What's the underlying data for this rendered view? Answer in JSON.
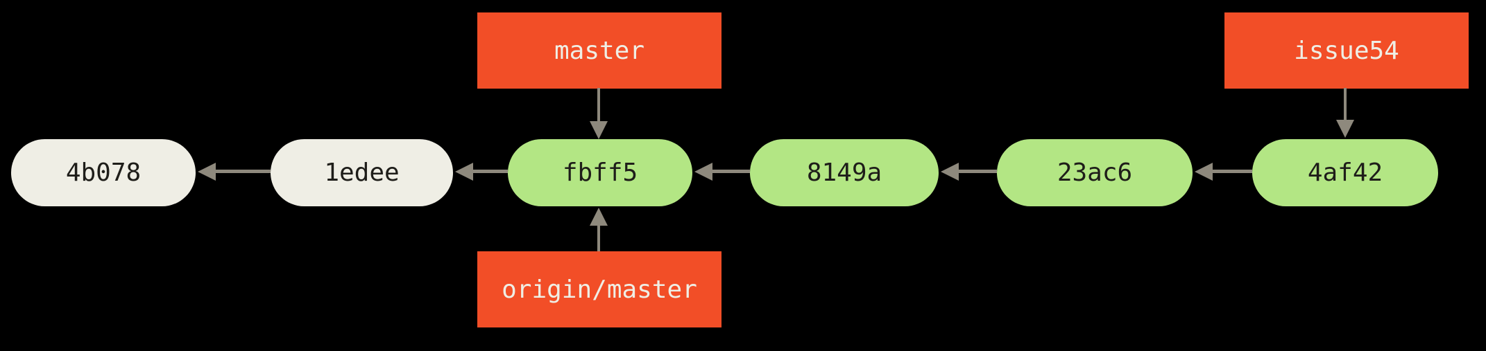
{
  "diagram_type": "git-commit-graph",
  "colors": {
    "background": "#000000",
    "branch_box": "#f24e27",
    "branch_text": "#efeee5",
    "commit_green": "#b3e684",
    "commit_gray": "#efeee5",
    "commit_text": "#1e1d19",
    "arrow": "#8e897d"
  },
  "commits": [
    {
      "label": "4b078",
      "state": "gray"
    },
    {
      "label": "1edee",
      "state": "gray"
    },
    {
      "label": "fbff5",
      "state": "green"
    },
    {
      "label": "8149a",
      "state": "green"
    },
    {
      "label": "23ac6",
      "state": "green"
    },
    {
      "label": "4af42",
      "state": "green"
    }
  ],
  "branch_labels": [
    {
      "text": "master",
      "points_to": "fbff5",
      "position": "above"
    },
    {
      "text": "origin/master",
      "points_to": "fbff5",
      "position": "below"
    },
    {
      "text": "issue54",
      "points_to": "4af42",
      "position": "above"
    }
  ],
  "edges": [
    {
      "from": "1edee",
      "to": "4b078"
    },
    {
      "from": "fbff5",
      "to": "1edee"
    },
    {
      "from": "8149a",
      "to": "fbff5"
    },
    {
      "from": "23ac6",
      "to": "8149a"
    },
    {
      "from": "4af42",
      "to": "23ac6"
    },
    {
      "from": "master",
      "to": "fbff5"
    },
    {
      "from": "origin/master",
      "to": "fbff5"
    },
    {
      "from": "issue54",
      "to": "4af42"
    }
  ]
}
